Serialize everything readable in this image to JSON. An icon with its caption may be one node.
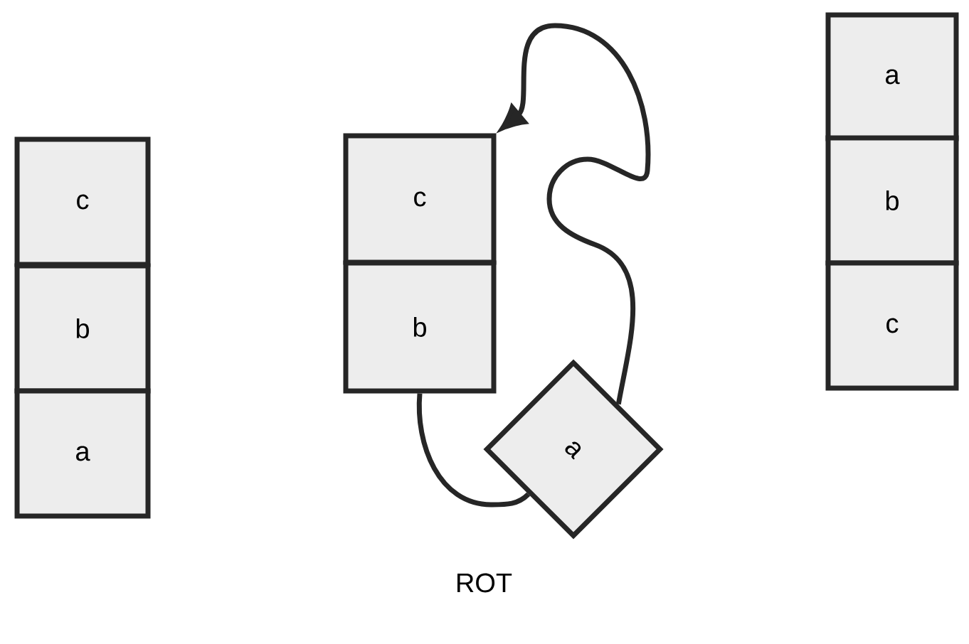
{
  "diagram": {
    "nodes": [
      {
        "text": [
          "c"
        ]
      },
      {
        "text": [
          "b"
        ]
      },
      {
        "text": [
          "a"
        ]
      },
      {
        "text": [
          "c"
        ]
      },
      {
        "text": [
          "b"
        ]
      },
      {
        "text": [
          "a"
        ]
      },
      {
        "text": [
          "a"
        ]
      },
      {
        "text": [
          "b"
        ]
      },
      {
        "text": [
          "c"
        ]
      }
    ],
    "edges": [
      {
        "from": 4,
        "to": 5,
        "arrow": "none"
      },
      {
        "from": 5,
        "to": 3,
        "arrow": "to"
      }
    ],
    "labels": [
      "ROT"
    ]
  }
}
